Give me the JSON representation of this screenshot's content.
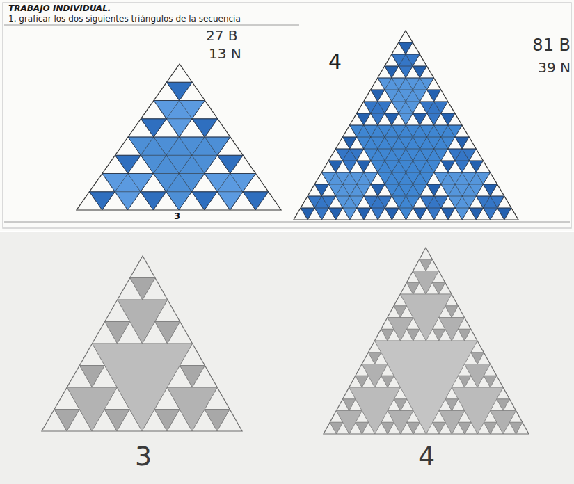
{
  "diagram": {
    "title": "TRABAJO INDIVIDUAL.",
    "labels": [
      "1. graficar los dos siguientes triángulos de la secuencia",
      "27 B",
      "13 N",
      "3",
      "4",
      "81 B",
      "39 N",
      "3",
      "4"
    ]
  }
}
